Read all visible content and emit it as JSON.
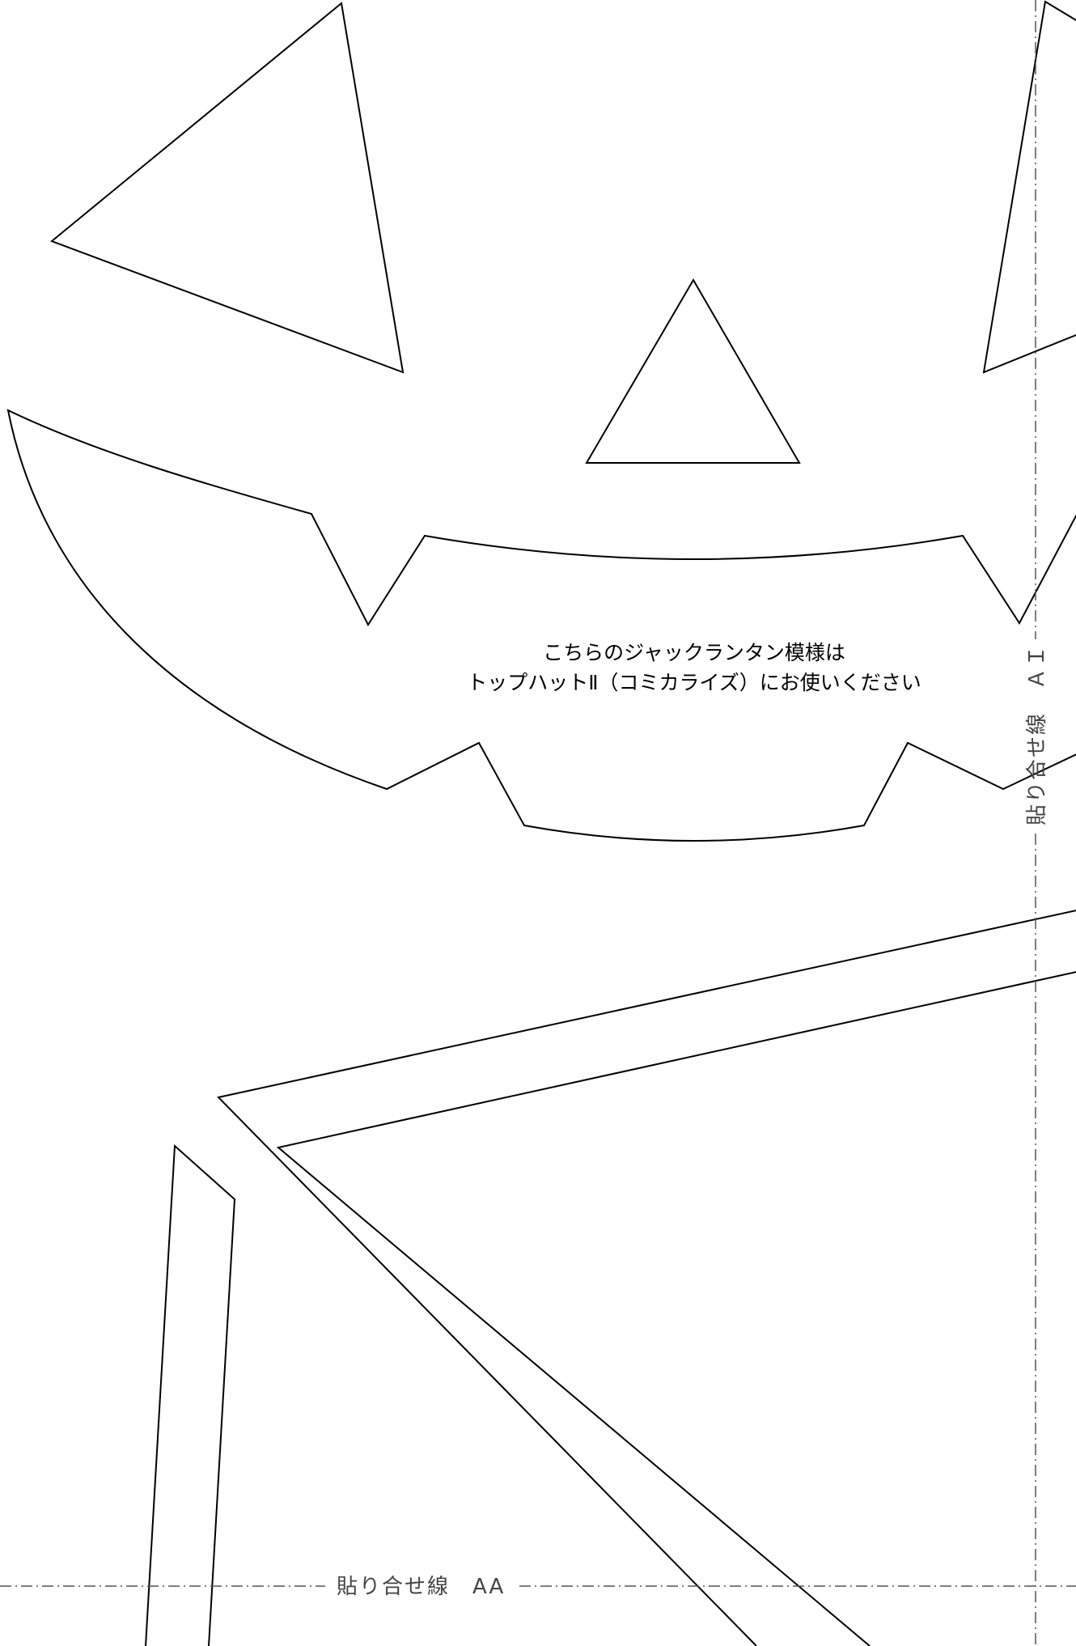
{
  "instruction": {
    "line1": "こちらのジャックランタン模様は",
    "line2": "トップハットⅡ（コミカライズ）にお使いください"
  },
  "guides": {
    "vertical_label": "貼り合せ線　ＡＩ",
    "horizontal_label": "貼り合せ線　AA"
  },
  "colors": {
    "outline": "#000000",
    "guide": "#555555",
    "background": "#ffffff"
  }
}
